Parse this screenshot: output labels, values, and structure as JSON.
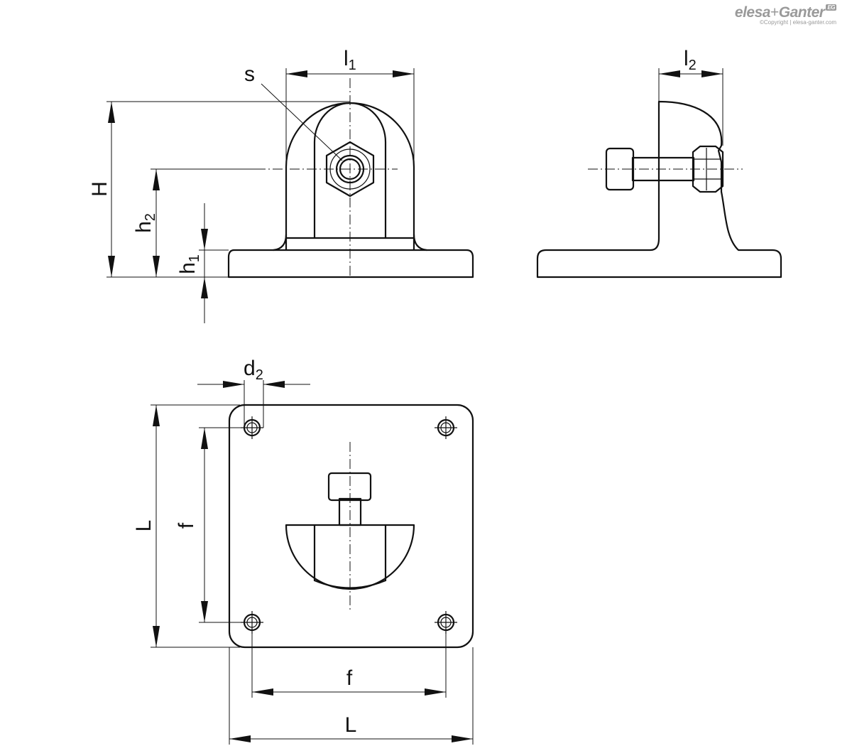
{
  "logo": {
    "brand_left": "elesa",
    "brand_sep": "+",
    "brand_right": "Ganter",
    "badge": "EG",
    "copyright": "©Copyright | elesa-ganter.com"
  },
  "labels": {
    "l1": {
      "main": "l",
      "sub": "1"
    },
    "l2": {
      "main": "l",
      "sub": "2"
    },
    "s": "s",
    "H": "H",
    "h2": {
      "main": "h",
      "sub": "2"
    },
    "h1": {
      "main": "h",
      "sub": "1"
    },
    "d2": {
      "main": "d",
      "sub": "2"
    },
    "L_vertical": "L",
    "f_vertical": "f",
    "f_horizontal": "f",
    "L_horizontal": "L"
  },
  "colors": {
    "line": "#111111",
    "logo_gray": "#9a9a9a",
    "background": "#ffffff"
  }
}
